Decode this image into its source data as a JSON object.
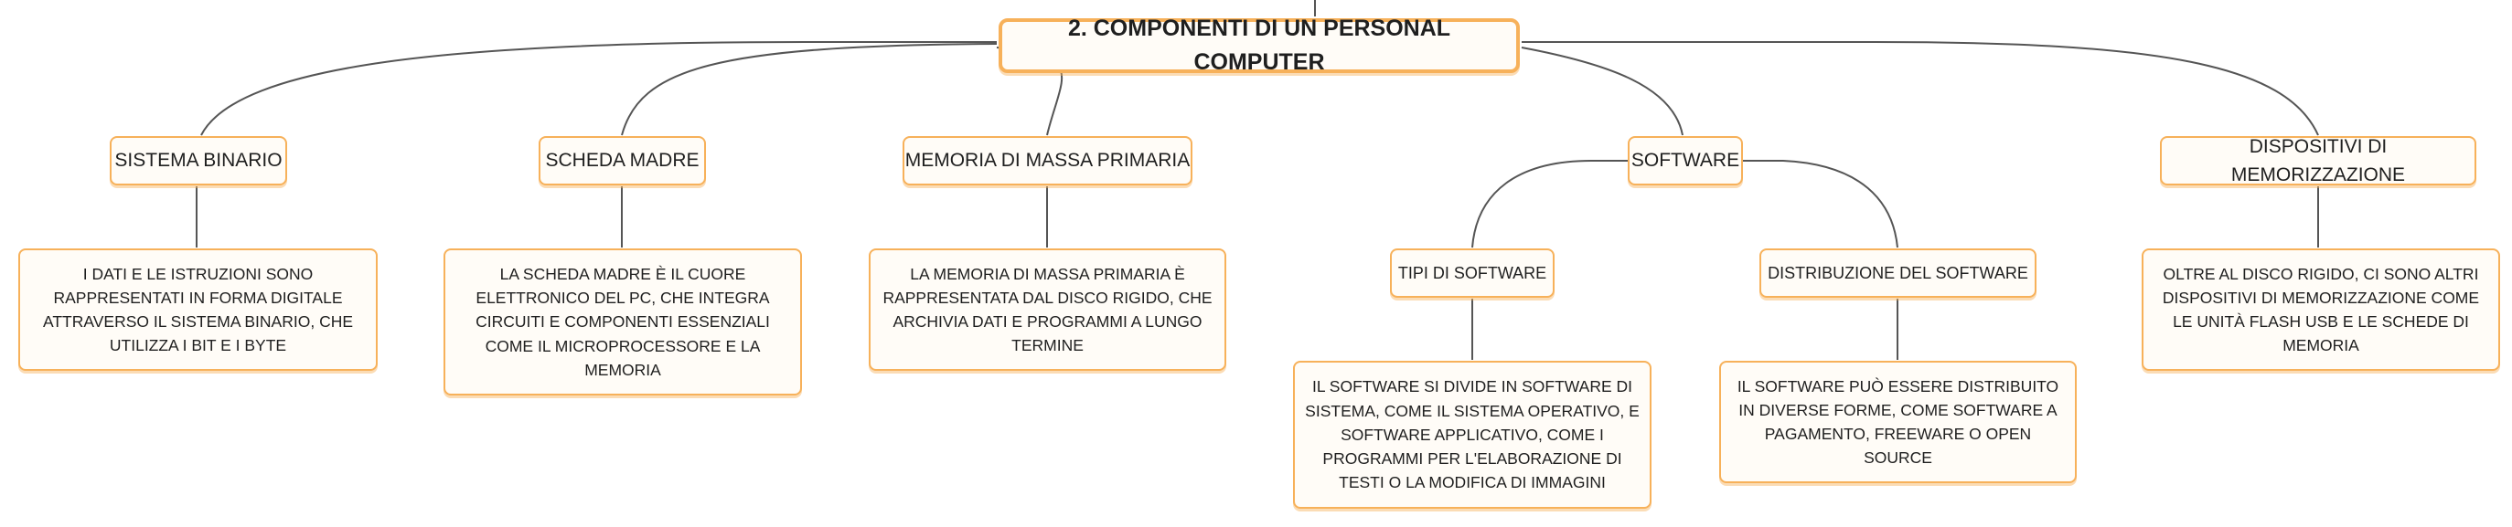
{
  "root": {
    "label": "2. COMPONENTI DI UN PERSONAL COMPUTER"
  },
  "branches": [
    {
      "label": "SISTEMA BINARIO",
      "desc": "I DATI E LE ISTRUZIONI SONO RAPPRESENTATI IN FORMA DIGITALE ATTRAVERSO IL SISTEMA BINARIO, CHE UTILIZZA I BIT E I BYTE"
    },
    {
      "label": "SCHEDA MADRE",
      "desc": "LA SCHEDA MADRE È IL CUORE ELETTRONICO DEL PC, CHE INTEGRA CIRCUITI E COMPONENTI ESSENZIALI COME IL MICROPROCESSORE E LA MEMORIA"
    },
    {
      "label": "MEMORIA DI MASSA PRIMARIA",
      "desc": "LA MEMORIA DI MASSA PRIMARIA È RAPPRESENTATA DAL DISCO RIGIDO, CHE ARCHIVIA DATI E PROGRAMMI A LUNGO TERMINE"
    },
    {
      "label": "SOFTWARE",
      "children": [
        {
          "label": "TIPI DI SOFTWARE",
          "desc": "IL SOFTWARE SI DIVIDE IN SOFTWARE DI SISTEMA, COME IL SISTEMA OPERATIVO, E SOFTWARE APPLICATIVO, COME I PROGRAMMI PER L'ELABORAZIONE DI TESTI O LA MODIFICA DI IMMAGINI"
        },
        {
          "label": "DISTRIBUZIONE DEL SOFTWARE",
          "desc": "IL SOFTWARE PUÒ ESSERE DISTRIBUITO IN DIVERSE FORME, COME SOFTWARE A PAGAMENTO, FREEWARE O OPEN SOURCE"
        }
      ]
    },
    {
      "label": "DISPOSITIVI DI MEMORIZZAZIONE",
      "desc": "OLTRE AL DISCO RIGIDO, CI SONO ALTRI DISPOSITIVI DI MEMORIZZAZIONE COME LE UNITÀ FLASH USB E LE SCHEDE DI MEMORIA"
    }
  ],
  "colors": {
    "border": "#f7b15a",
    "fill": "#fffcf7",
    "line": "#555555",
    "text": "#1f1f1f"
  }
}
